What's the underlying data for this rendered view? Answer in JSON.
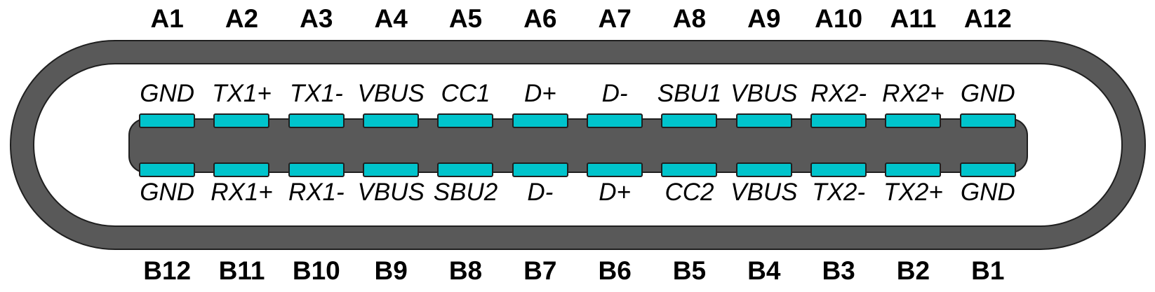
{
  "colors": {
    "shell_gray": "#595959",
    "pin_cyan": "#00c4cc",
    "outline": "#1f1f1f",
    "label_text": "#000000",
    "background": "#ffffff"
  },
  "columns": [
    {
      "a_pin": "A1",
      "top_signal": "GND",
      "bottom_signal": "GND",
      "b_pin": "B12"
    },
    {
      "a_pin": "A2",
      "top_signal": "TX1+",
      "bottom_signal": "RX1+",
      "b_pin": "B11"
    },
    {
      "a_pin": "A3",
      "top_signal": "TX1-",
      "bottom_signal": "RX1-",
      "b_pin": "B10"
    },
    {
      "a_pin": "A4",
      "top_signal": "VBUS",
      "bottom_signal": "VBUS",
      "b_pin": "B9"
    },
    {
      "a_pin": "A5",
      "top_signal": "CC1",
      "bottom_signal": "SBU2",
      "b_pin": "B8"
    },
    {
      "a_pin": "A6",
      "top_signal": "D+",
      "bottom_signal": "D-",
      "b_pin": "B7"
    },
    {
      "a_pin": "A7",
      "top_signal": "D-",
      "bottom_signal": "D+",
      "b_pin": "B6"
    },
    {
      "a_pin": "A8",
      "top_signal": "SBU1",
      "bottom_signal": "CC2",
      "b_pin": "B5"
    },
    {
      "a_pin": "A9",
      "top_signal": "VBUS",
      "bottom_signal": "VBUS",
      "b_pin": "B4"
    },
    {
      "a_pin": "A10",
      "top_signal": "RX2-",
      "bottom_signal": "TX2-",
      "b_pin": "B3"
    },
    {
      "a_pin": "A11",
      "top_signal": "RX2+",
      "bottom_signal": "TX2+",
      "b_pin": "B2"
    },
    {
      "a_pin": "A12",
      "top_signal": "GND",
      "bottom_signal": "GND",
      "b_pin": "B1"
    }
  ]
}
